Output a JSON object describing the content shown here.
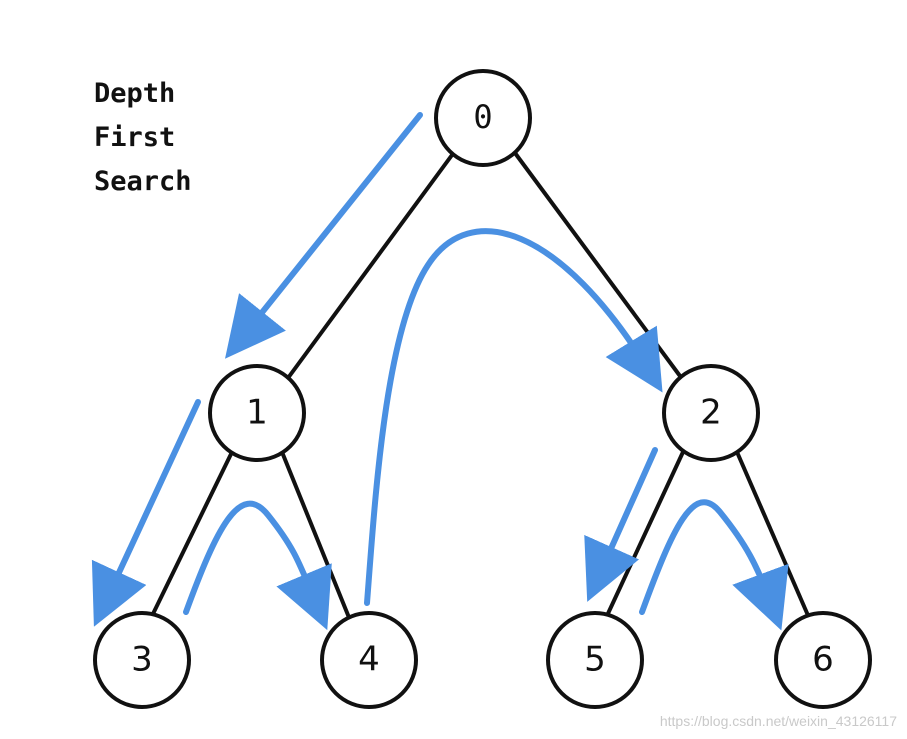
{
  "title_lines": [
    "Depth",
    "First",
    "Search"
  ],
  "nodes": {
    "n0": "0",
    "n1": "1",
    "n2": "2",
    "n3": "3",
    "n4": "4",
    "n5": "5",
    "n6": "6"
  },
  "colors": {
    "edge": "#111111",
    "traversal_arrow": "#4a90e2",
    "node_fill": "#ffffff"
  },
  "watermark": "https://blog.csdn.net/weixin_43126117"
}
